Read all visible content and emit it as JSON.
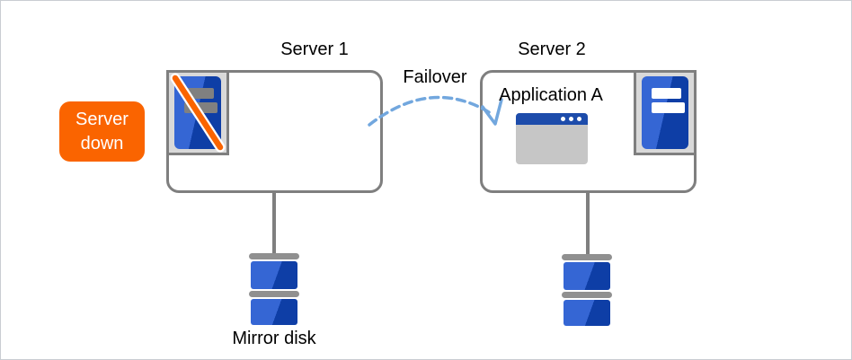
{
  "labels": {
    "server1_title": "Server 1",
    "server2_title": "Server 2",
    "failover": "Failover",
    "application": "Application A",
    "server_down_badge": "Server down",
    "mirror_disk": "Mirror disk"
  },
  "icons": {
    "server1": "server-down-icon (blue server crossed out by orange slash)",
    "server2": "server-icon (blue server, two white bars)",
    "application": "app-window-icon (blue titlebar, three dots, gray body)",
    "disks": "mirror-disk-icon (two stacked blue disks with gray caps)",
    "arrow": "failover-arrow (dashed light-blue arc, V arrowhead)"
  },
  "colors": {
    "accent_orange": "#fa6400",
    "server_blue_light": "#3566d4",
    "server_blue_dark": "#0e3ea6",
    "window_titlebar_blue": "#1d4cab",
    "window_body_gray": "#c6c6c6",
    "arrow_blue": "#72a7de",
    "outline_gray": "#7f7f7f",
    "icon_frame_gray": "#d9d9d9",
    "disk_cap_gray": "#909090",
    "down_bar_gray": "#808080"
  }
}
